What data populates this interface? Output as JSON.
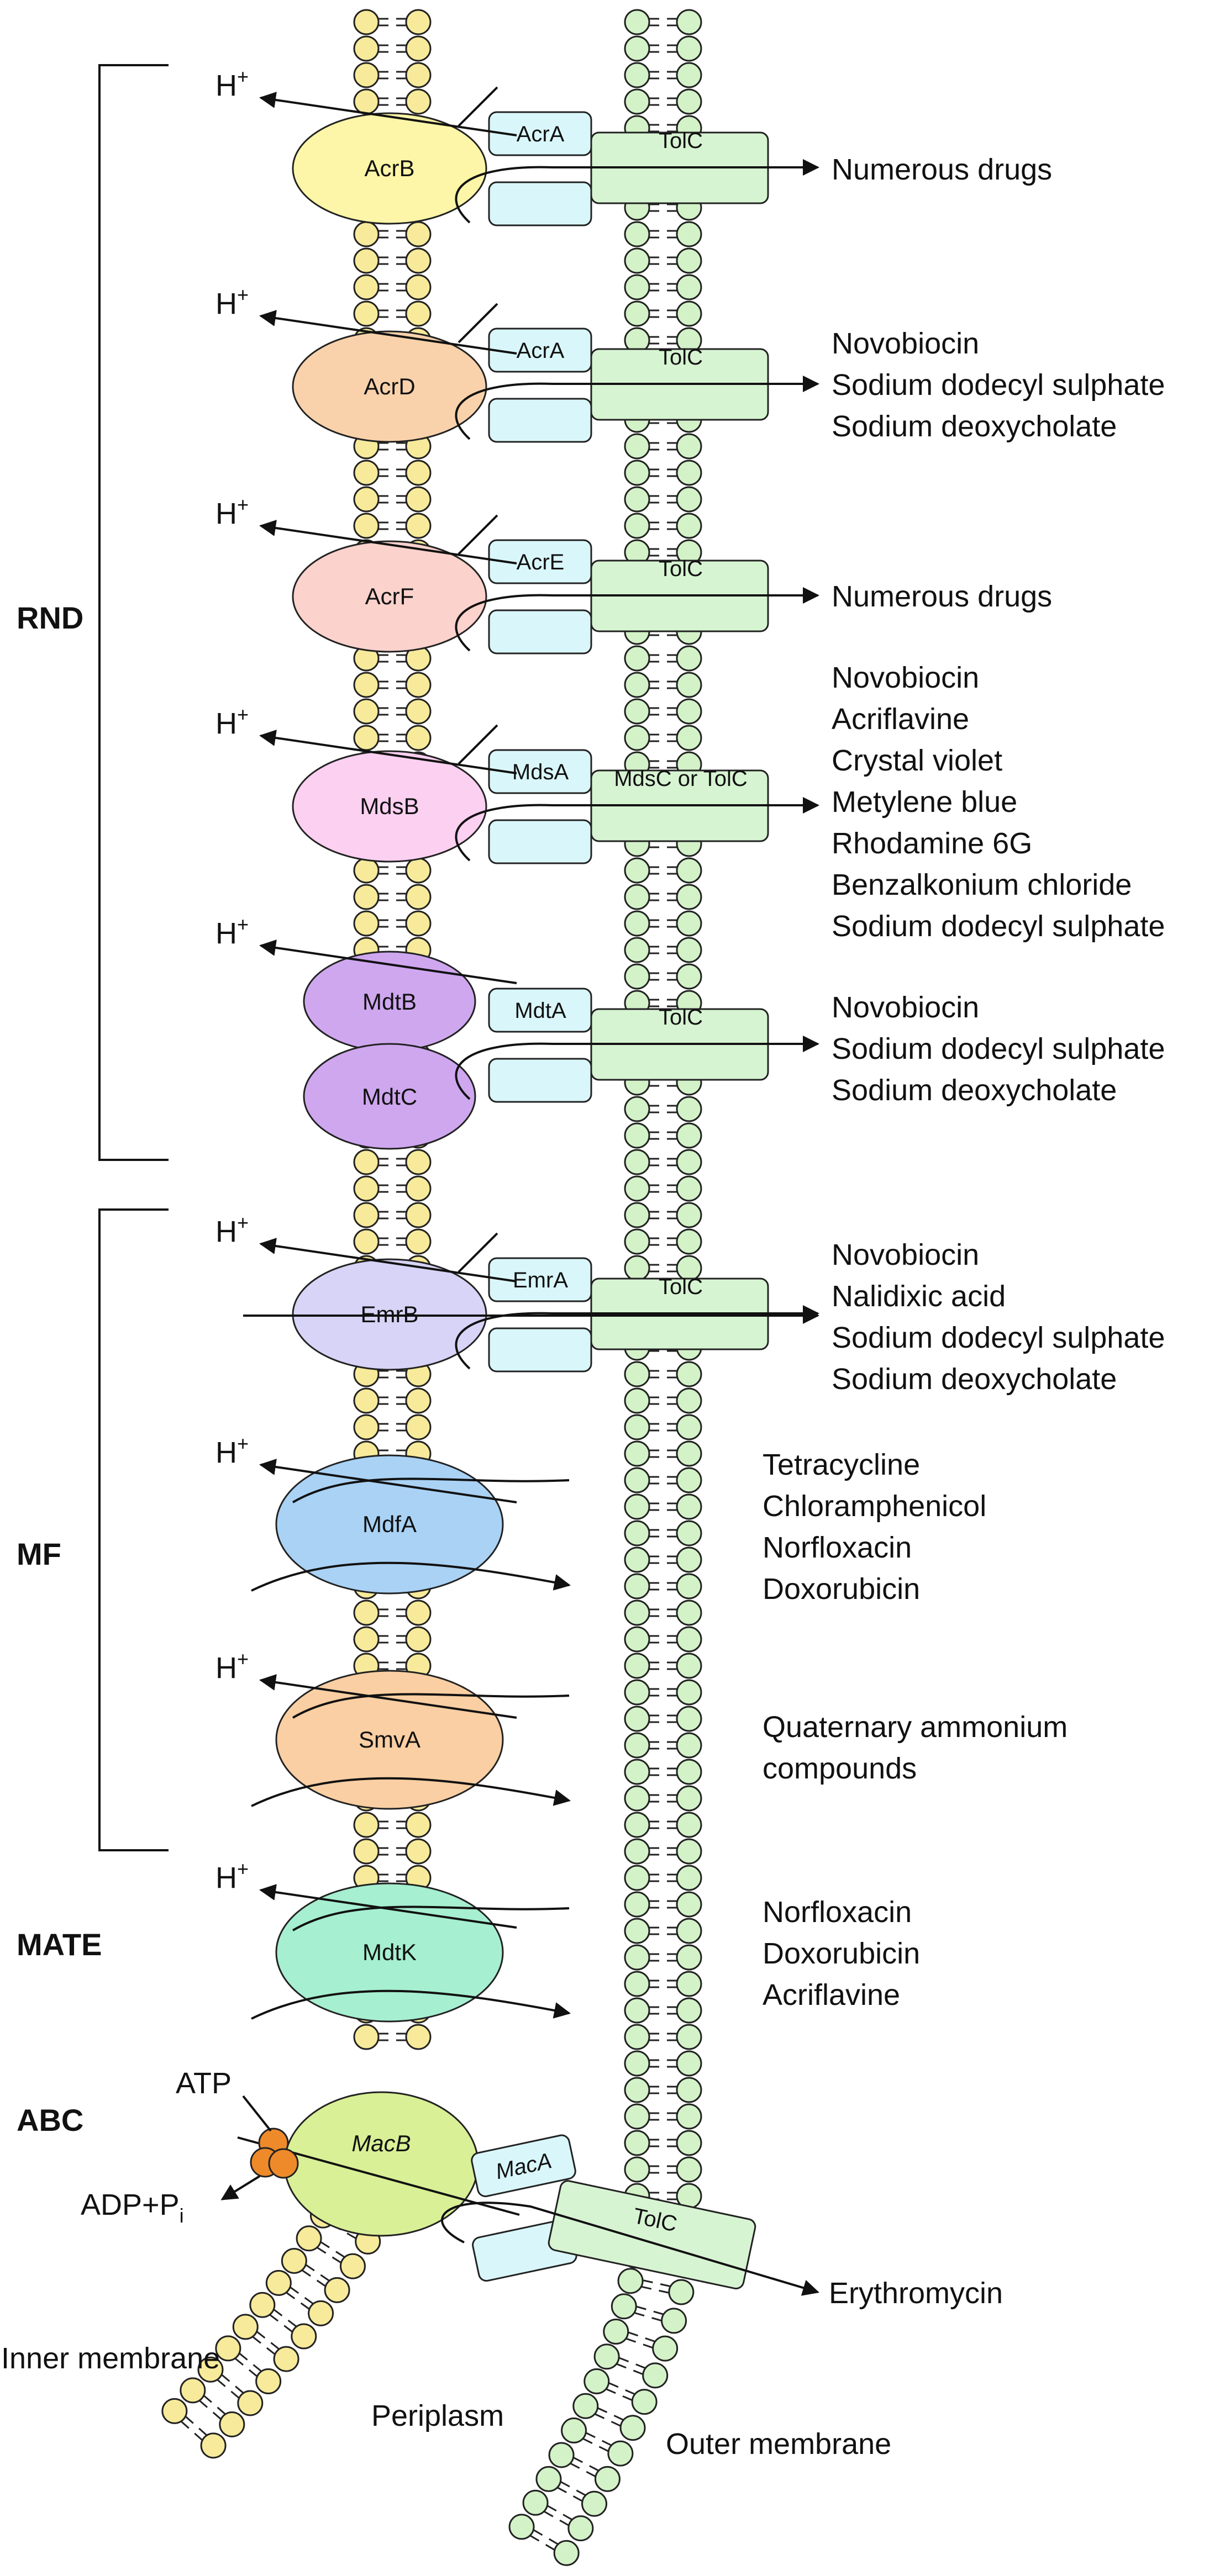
{
  "family_labels": [
    "RND",
    "MF",
    "MATE",
    "ABC"
  ],
  "proton": "H",
  "proton_sup": "+",
  "transporters": [
    {
      "name": "AcrB",
      "fusion": "AcrA",
      "outer": "TolC",
      "fill": "#fdf6a8",
      "substrates": [
        "Numerous drugs"
      ]
    },
    {
      "name": "AcrD",
      "fusion": "AcrA",
      "outer": "TolC",
      "fill": "#f9d2ab",
      "substrates": [
        "Novobiocin",
        "Sodium dodecyl sulphate",
        "Sodium deoxycholate"
      ]
    },
    {
      "name": "AcrF",
      "fusion": "AcrE",
      "outer": "TolC",
      "fill": "#fbd2cc",
      "substrates": [
        "Numerous drugs"
      ]
    },
    {
      "name": "MdsB",
      "fusion": "MdsA",
      "outer": "MdsC or TolC",
      "fill": "#fbd0f1",
      "substrates": [
        "Novobiocin",
        "Acriflavine",
        "Crystal violet",
        "Metylene blue",
        "Rhodamine 6G",
        "Benzalkonium chloride",
        "Sodium dodecyl sulphate"
      ]
    },
    {
      "name": "MdtB",
      "name2": "MdtC",
      "fusion": "MdtA",
      "outer": "TolC",
      "fill": "#cfa7ef",
      "substrates": [
        "Novobiocin",
        "Sodium dodecyl sulphate",
        "Sodium deoxycholate"
      ]
    },
    {
      "name": "EmrB",
      "fusion": "EmrA",
      "outer": "TolC",
      "fill": "#d7d4f7",
      "substrates": [
        "Novobiocin",
        "Nalidixic acid",
        "Sodium dodecyl sulphate",
        "Sodium deoxycholate"
      ]
    },
    {
      "name": "MdfA",
      "fill": "#a9d2f5",
      "substrates": [
        "Tetracycline",
        "Chloramphenicol",
        "Norfloxacin",
        "Doxorubicin"
      ]
    },
    {
      "name": "SmvA",
      "fill": "#f9cfa3",
      "substrates": [
        "Quaternary ammonium",
        "compounds"
      ]
    },
    {
      "name": "MdtK",
      "fill": "#a6efd0",
      "substrates": [
        "Norfloxacin",
        "Doxorubicin",
        "Acriflavine"
      ]
    },
    {
      "name": "MacB",
      "fusion": "MacA",
      "outer": "TolC",
      "fill": "#d9f096",
      "substrates": [
        "Erythromycin"
      ]
    }
  ],
  "atp": "ATP",
  "adp": "ADP+P",
  "adp_sub": "i",
  "membranes": {
    "inner": "Inner membrane",
    "periplasm": "Periplasm",
    "outer": "Outer membrane"
  },
  "colors": {
    "inner_lipid": "#f7ea9a",
    "outer_lipid": "#d3f2c8",
    "fusion_protein": "#d9f7fb",
    "tolc": "#d7f4d2",
    "atp_binding": "#ee8a2a"
  }
}
